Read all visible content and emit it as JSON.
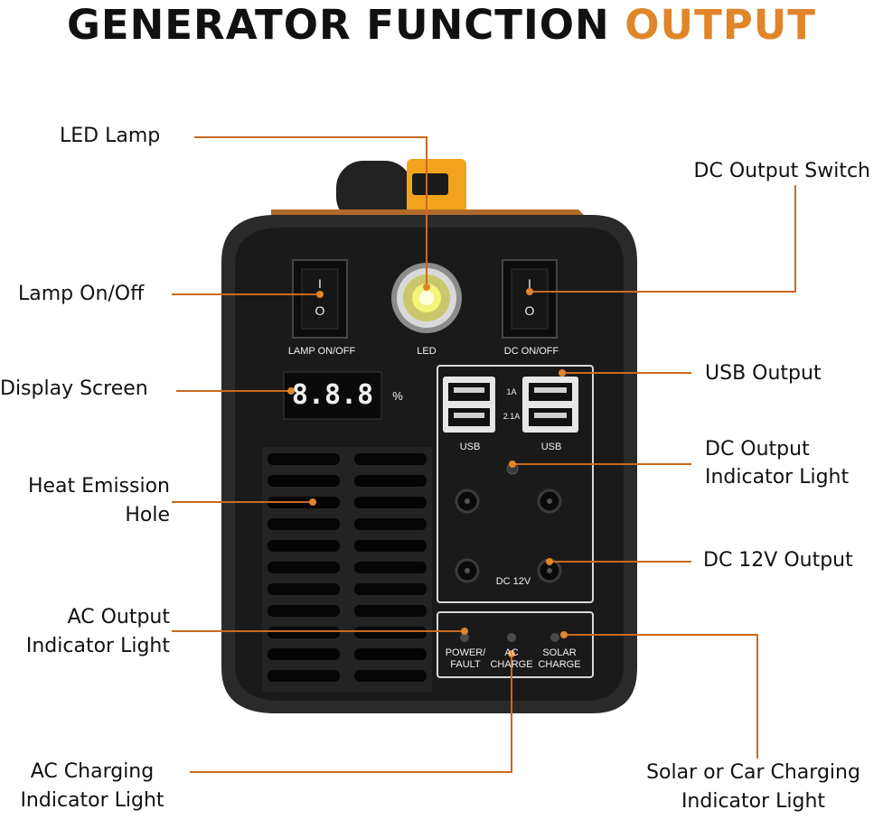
{
  "header": {
    "title_main": "GENERATOR FUNCTION",
    "title_accent": "OUTPUT"
  },
  "colors": {
    "accent": "#e1852b",
    "device_body": "#1d1d1d",
    "device_rim": "#2c2c2c",
    "lamp_glow": "#f4f37a",
    "pointer_line": "#c96a1f"
  },
  "callouts": {
    "led_lamp": "LED Lamp",
    "dc_output_switch": "DC Output Switch",
    "lamp_on_off": "Lamp On/Off",
    "display_screen": "Display Screen",
    "usb_output": "USB Output",
    "dc_output_indicator_1": "DC Output",
    "dc_output_indicator_2": "Indicator Light",
    "heat_emission_1": "Heat Emission",
    "heat_emission_2": "Hole",
    "dc_12v_output": "DC 12V Output",
    "ac_output_indicator_1": "AC Output",
    "ac_output_indicator_2": "Indicator Light",
    "ac_charging_1": "AC Charging",
    "ac_charging_2": "Indicator Light",
    "solar_car_1": "Solar or Car Charging",
    "solar_car_2": "Indicator Light"
  },
  "device": {
    "lamp_switch_label": "LAMP ON/OFF",
    "led_label": "LED",
    "dc_switch_label": "DC ON/OFF",
    "switch_on_mark": "I",
    "switch_off_mark": "O",
    "display_value": "8.8.8",
    "display_unit": "%",
    "usb_label_left": "USB",
    "usb_label_right": "USB",
    "usb_rating_1a": "1A",
    "usb_rating_21a": "2.1A",
    "dc_12v_label": "DC 12V",
    "led_power_fault_1": "POWER/",
    "led_power_fault_2": "FAULT",
    "led_ac_charge_1": "AC",
    "led_ac_charge_2": "CHARGE",
    "led_solar_charge_1": "SOLAR",
    "led_solar_charge_2": "CHARGE"
  }
}
